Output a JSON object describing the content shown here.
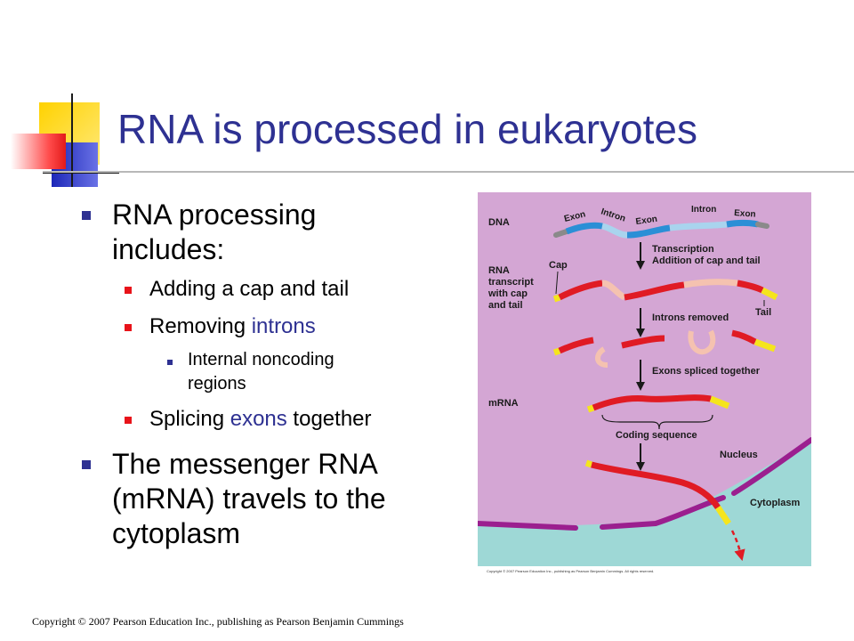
{
  "slide": {
    "title": "RNA is processed in eukaryotes",
    "bullets": {
      "b1_line1": "RNA processing",
      "b1_line2": "includes:",
      "b1_sub1": "Adding a cap and tail",
      "b1_sub2_prefix": "Removing ",
      "b1_sub2_highlight": "introns",
      "b1_sub2_sub_line1": "Internal noncoding",
      "b1_sub2_sub_line2": "regions",
      "b1_sub3_prefix": "Splicing ",
      "b1_sub3_highlight": "exons",
      "b1_sub3_suffix": " together",
      "b2_line1": "The messenger RNA",
      "b2_line2": "(mRNA) travels to the",
      "b2_line3": "cytoplasm"
    },
    "copyright": "Copyright © 2007 Pearson Education Inc., publishing as Pearson Benjamin Cummings"
  },
  "figure": {
    "labels": {
      "dna": "DNA",
      "exon1": "Exon",
      "intron1": "Intron",
      "exon2": "Exon",
      "intron2": "Intron",
      "exon3": "Exon",
      "transcription_line1": "Transcription",
      "transcription_line2": "Addition of cap and tail",
      "rna_line1": "RNA",
      "rna_line2": "transcript",
      "rna_line3": "with cap",
      "rna_line4": "and tail",
      "cap": "Cap",
      "tail": "Tail",
      "introns_removed": "Introns removed",
      "exons_spliced": "Exons spliced together",
      "mrna": "mRNA",
      "coding_sequence": "Coding sequence",
      "nucleus": "Nucleus",
      "cytoplasm": "Cytoplasm",
      "fig_copyright": "Copyright © 2007 Pearson Education Inc., publishing as Pearson Benjamin Cummings. All rights reserved."
    },
    "colors": {
      "nucleus_bg": "#d4a6d4",
      "cytoplasm_bg": "#9ed8d6",
      "membrane": "#9b1f8f",
      "exon_dna": "#2b8fd6",
      "intron_dna": "#a9d4ee",
      "exon_rna": "#e01b24",
      "intron_rna": "#f5c2b0",
      "cap_tail": "#f5e51c",
      "title": "#2e3192",
      "bullet_red": "#e8131a"
    }
  }
}
